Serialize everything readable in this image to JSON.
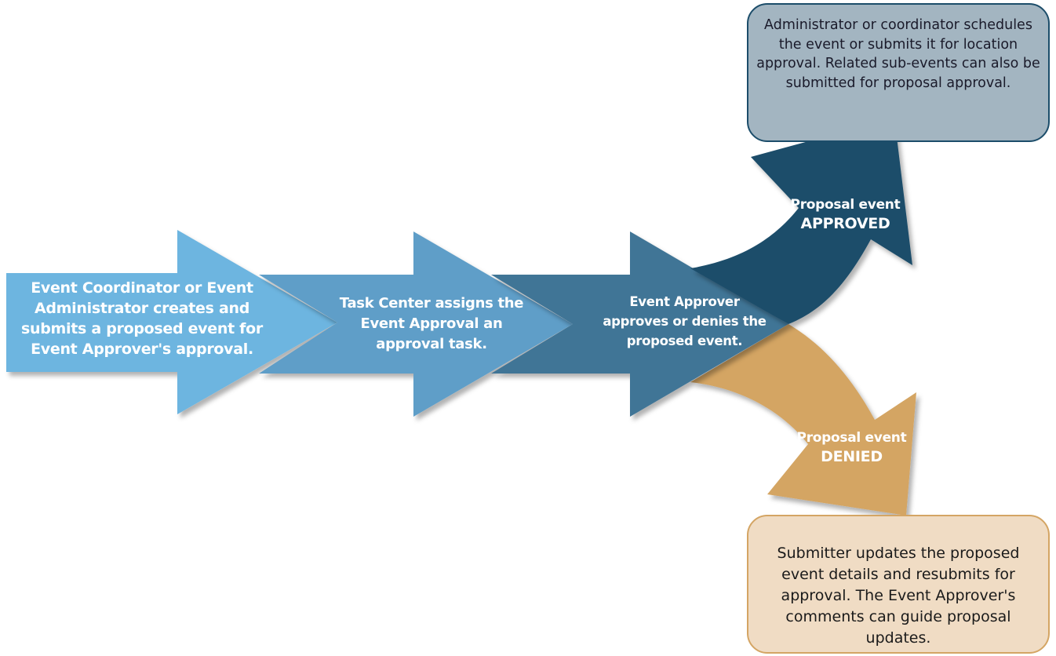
{
  "colors": {
    "step1": "#6db5e0",
    "step2": "#5f9ec8",
    "step3": "#417596",
    "approved": "#1c4d6a",
    "denied": "#d4a564",
    "approved_box": "#a3b5c1",
    "denied_box": "#f0dcc4"
  },
  "steps": [
    {
      "text": "Event Coordinator or Event Administrator creates and submits a proposed event for Event Approver's approval."
    },
    {
      "text": "Task Center assigns the Event Approval an approval task."
    },
    {
      "text": "Event Approver approves or denies the proposed event."
    }
  ],
  "approved": {
    "line1": "Proposal event",
    "line2": "APPROVED",
    "box": "Administrator or coordinator schedules the event or submits it for location approval. Related sub-events can also be submitted for proposal approval."
  },
  "denied": {
    "line1": "Proposal event",
    "line2": "DENIED",
    "box": "Submitter updates the proposed event details and resubmits for approval. The Event Approver's comments can guide proposal updates."
  }
}
